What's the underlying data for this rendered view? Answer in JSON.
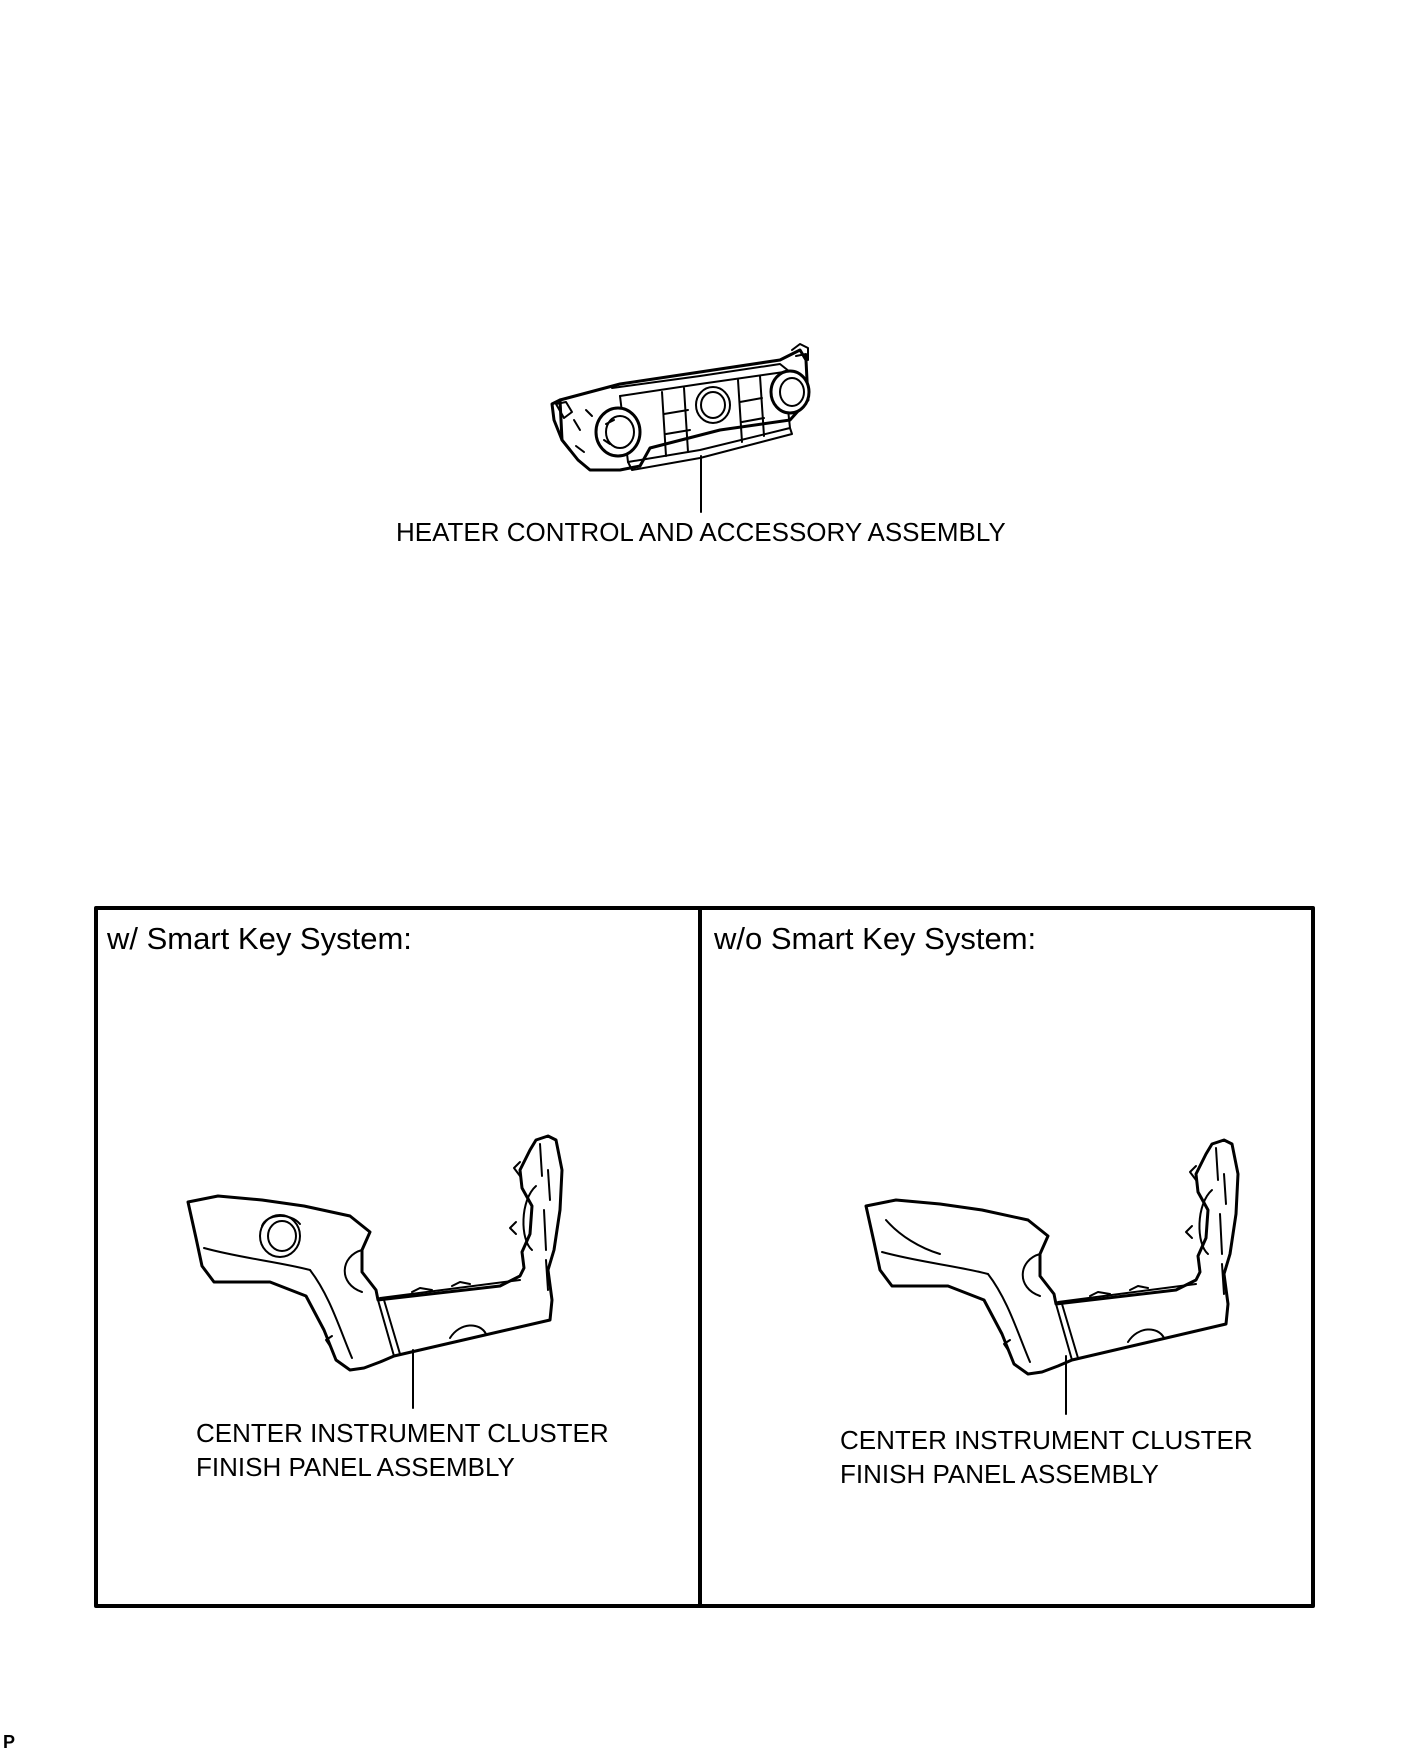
{
  "heater": {
    "label": "HEATER CONTROL AND ACCESSORY ASSEMBLY"
  },
  "panels": [
    {
      "title": "w/ Smart Key System:",
      "label_line1": "CENTER INSTRUMENT CLUSTER",
      "label_line2": "FINISH PANEL ASSEMBLY"
    },
    {
      "title": "w/o Smart Key System:",
      "label_line1": "CENTER INSTRUMENT CLUSTER",
      "label_line2": "FINISH PANEL ASSEMBLY"
    }
  ],
  "corner_mark": "P"
}
